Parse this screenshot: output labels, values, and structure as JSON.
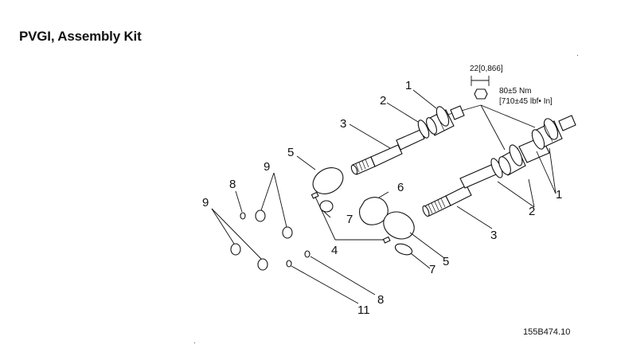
{
  "title": "PVGI, Assembly Kit",
  "callouts": {
    "c1a": "1",
    "c1b": "1",
    "c2a": "2",
    "c2b": "2",
    "c3a": "3",
    "c3b": "3",
    "c4": "4",
    "c5a": "5",
    "c5b": "5",
    "c6": "6",
    "c7a": "7",
    "c7b": "7",
    "c8a": "8",
    "c8b": "8",
    "c9a": "9",
    "c9b": "9",
    "c11": "11"
  },
  "wrench_size": "22[0,866]",
  "torque": "80±5 Nm",
  "torque_imperial": "[710±45 lbf• In]",
  "drawing_code": "155B474.10"
}
